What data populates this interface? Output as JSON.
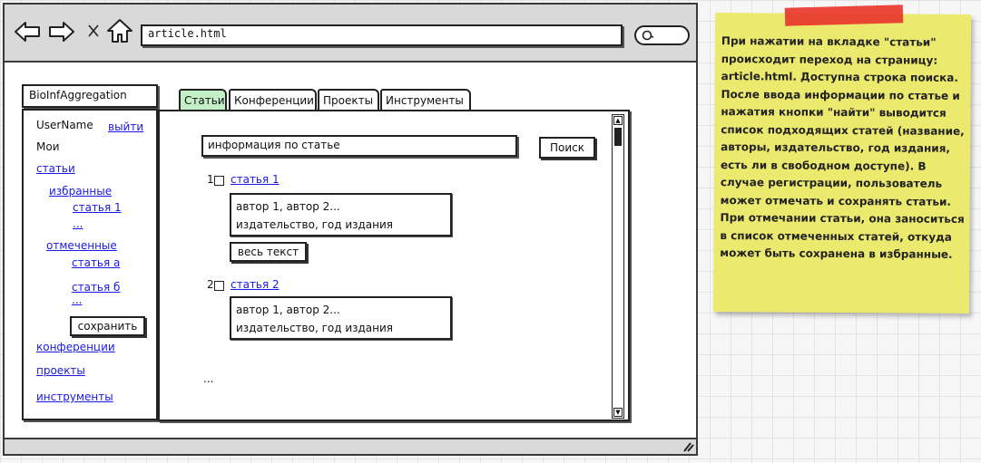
{
  "browser": {
    "url": "article.html"
  },
  "site": {
    "title": "BioInfAggregation"
  },
  "sidebar": {
    "username": "UserName",
    "logout": "выйти",
    "my": "Мои",
    "articles": "статьи",
    "favorites": "избранные",
    "fav_article_1": "статья 1",
    "fav_more": "...",
    "marked": "отмеченные",
    "marked_article_a": "статья а",
    "marked_article_b": "статья б",
    "marked_more": "...",
    "save": "сохранить",
    "conferences": "конференции",
    "projects": "проекты",
    "tools": "инструменты"
  },
  "tabs": [
    {
      "label": "Статьи",
      "active": true
    },
    {
      "label": "Конференции",
      "active": false
    },
    {
      "label": "Проекты",
      "active": false
    },
    {
      "label": "Инструменты",
      "active": false
    }
  ],
  "search": {
    "value": "информация по статье",
    "button": "Поиск"
  },
  "results": [
    {
      "num": "1",
      "title": "статья 1",
      "authors": "автор 1, автор 2...",
      "publisher": "издательство, год издания",
      "full_text": "весь текст"
    },
    {
      "num": "2",
      "title": "статья 2",
      "authors": "автор 1, автор 2...",
      "publisher": "издательство, год издания"
    }
  ],
  "results_more": "...",
  "note": {
    "text": "При нажатии на вкладке \"статьи\" происходит переход на страницу: article.html. Доступна строка поиска. После ввода информации по статье и нажатия кнопки \"найти\" выводится список подходящих статей (название, авторы, издательство, год издания, есть ли в свободном доступе). В случае регистрации, пользователь может отмечать и сохранять статьи. При отмечании статьи, она заноситься в список отмеченных статей, откуда может быть сохранена в избранные.",
    "tape_color": "#e8372c",
    "note_color": "#ecea6e"
  },
  "colors": {
    "link": "#1a1ae6",
    "active_tab": "#c4efc7"
  }
}
